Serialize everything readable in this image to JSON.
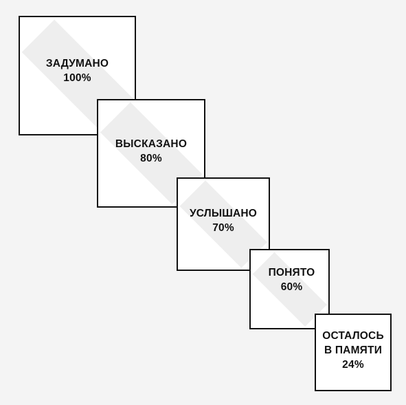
{
  "stages": [
    {
      "title": "ЗАДУМАНО",
      "value": "100%"
    },
    {
      "title": "ВЫСКАЗАНО",
      "value": "80%"
    },
    {
      "title": "УСЛЫШАНО",
      "value": "70%"
    },
    {
      "title": "ПОНЯТО",
      "value": "60%"
    },
    {
      "title_line1": "ОСТАЛОСЬ",
      "title_line2": "В ПАМЯТИ",
      "value": "24%"
    }
  ],
  "colors": {
    "background": "#f4f4f4",
    "box_fill": "#ffffff",
    "border": "#111111",
    "decor": "#eeeeee",
    "text": "#111111"
  }
}
